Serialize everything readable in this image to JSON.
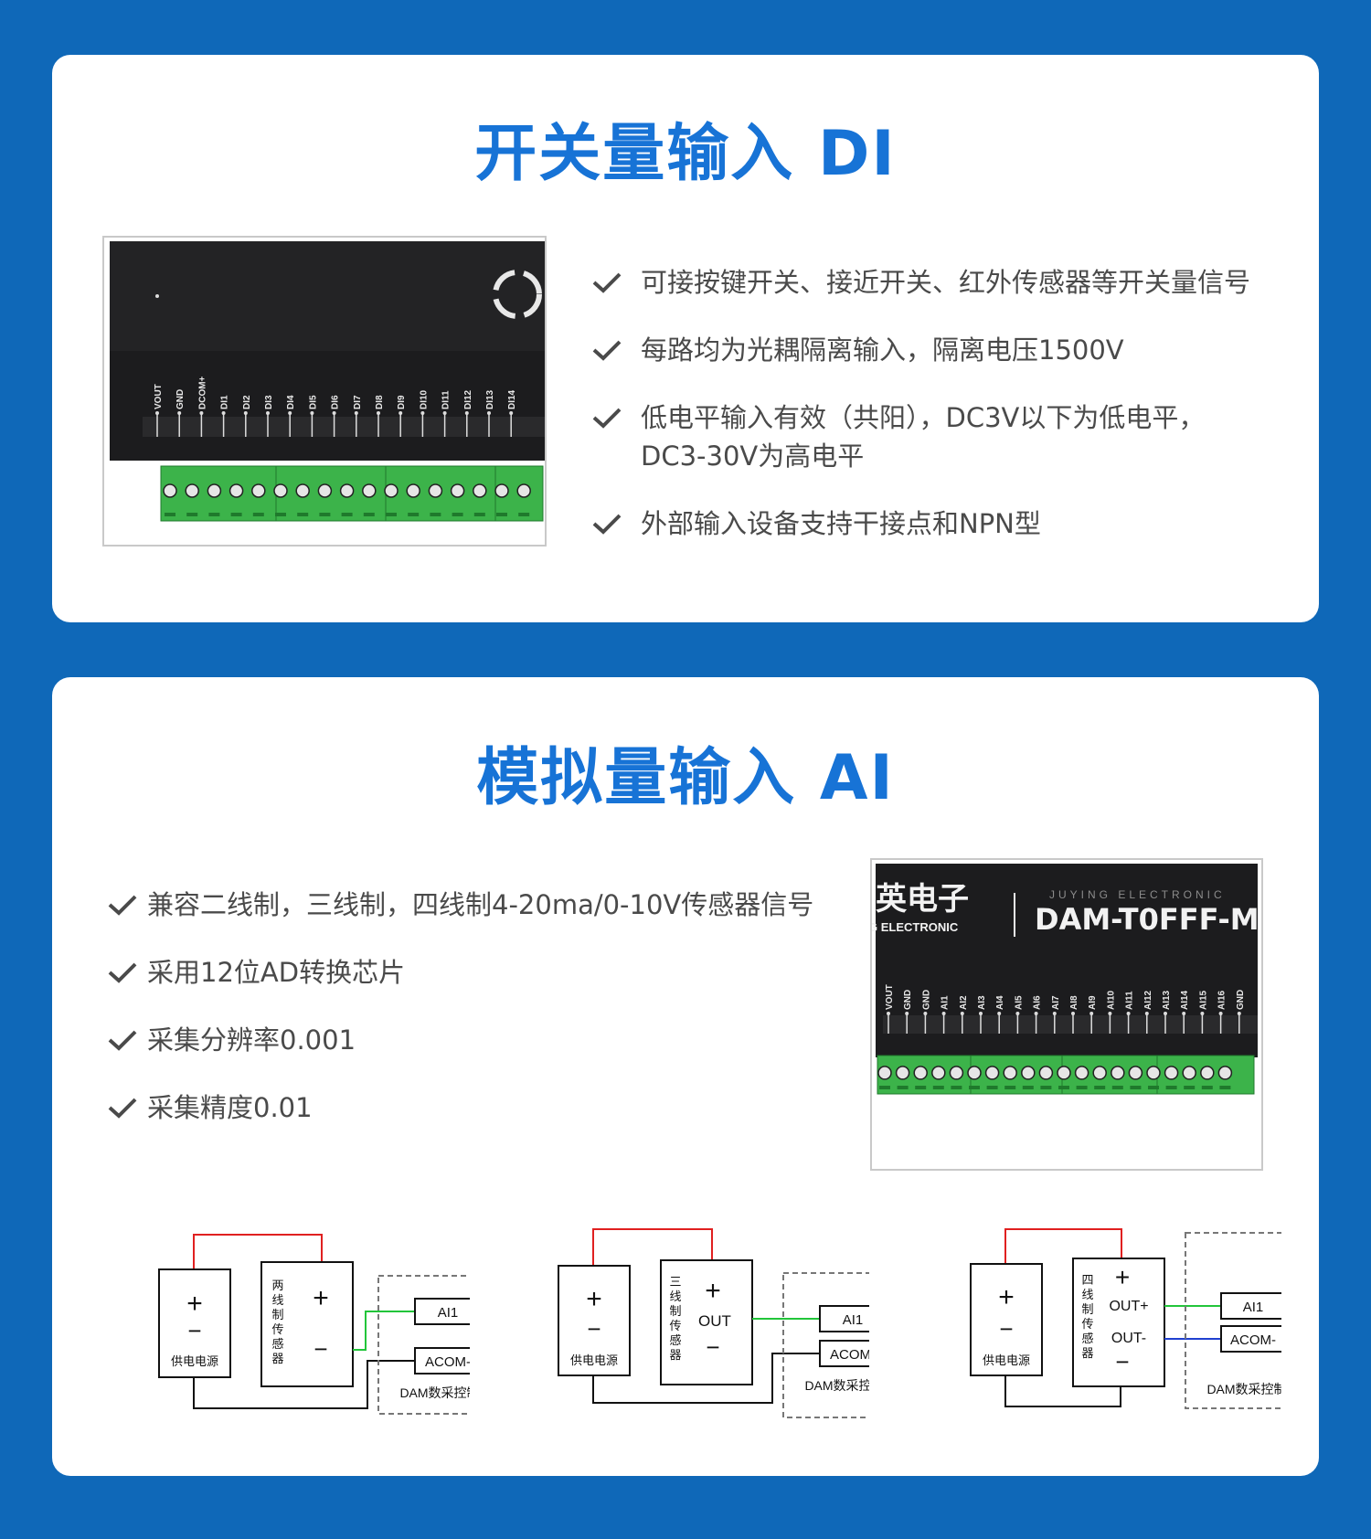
{
  "di_section": {
    "title": "开关量输入 DI",
    "features": [
      {
        "text": "可接按键开关、接近开关、红外传感器等开关量信号"
      },
      {
        "text": "每路均为光耦隔离输入，隔离电压1500V"
      },
      {
        "text": "低电平输入有效（共阳），DC3V以下为低电平，",
        "text2": "DC3-30V为高电平"
      },
      {
        "text": "外部输入设备支持干接点和NPN型"
      }
    ],
    "photo": {
      "terminal_labels": [
        "VOUT",
        "GND",
        "DCOM+",
        "DI1",
        "DI2",
        "DI3",
        "DI4",
        "DI5",
        "DI6",
        "DI7",
        "DI8",
        "DI9",
        "DI10",
        "DI11",
        "DI12",
        "DI13",
        "DI14"
      ]
    }
  },
  "ai_section": {
    "title": "模拟量输入 AI",
    "features": [
      {
        "text": "兼容二线制，三线制，四线制4-20ma/0-10V传感器信号"
      },
      {
        "text": "采用12位AD转换芯片"
      },
      {
        "text": "采集分辨率0.001"
      },
      {
        "text": "采集精度0.01"
      }
    ],
    "photo": {
      "brand_cn": "英电子",
      "brand_en": "G ELECTRONIC",
      "brand_tag": "JUYING ELECTRONIC",
      "model": "DAM-T0FFF-M",
      "terminal_labels": [
        "VOUT",
        "GND",
        "GND",
        "AI1",
        "AI2",
        "AI3",
        "AI4",
        "AI5",
        "AI6",
        "AI7",
        "AI8",
        "AI9",
        "AI10",
        "AI11",
        "AI12",
        "AI13",
        "AI14",
        "AI15",
        "AI16",
        "GND"
      ]
    }
  },
  "diagrams": [
    {
      "power_label": "供电电源",
      "plus": "+",
      "minus": "−",
      "sensor_chars": [
        "两",
        "线",
        "制",
        "传",
        "感",
        "器"
      ],
      "out_plus": "",
      "out_minus": "",
      "ai_label": "AI1",
      "acom_label": "ACOM-",
      "controller_label": "DAM数采控制器"
    },
    {
      "power_label": "供电电源",
      "plus": "+",
      "minus": "−",
      "sensor_chars": [
        "三",
        "线",
        "制",
        "传",
        "感",
        "器"
      ],
      "out_plus": "OUT",
      "out_minus": "",
      "ai_label": "AI1",
      "acom_label": "ACOM-",
      "controller_label": "DAM数采控制器"
    },
    {
      "power_label": "供电电源",
      "plus": "+",
      "minus": "−",
      "sensor_chars": [
        "四",
        "线",
        "制",
        "传",
        "感",
        "器"
      ],
      "out_plus": "OUT+",
      "out_minus": "OUT-",
      "ai_label": "AI1",
      "acom_label": "ACOM-",
      "controller_label": "DAM数采控制器"
    }
  ],
  "colors": {
    "background": "#0f68b8",
    "title": "#1773d6",
    "wire_red": "#e02020",
    "wire_green": "#22c53a",
    "wire_blue": "#2040d0",
    "terminal_green": "#3cb34a"
  }
}
